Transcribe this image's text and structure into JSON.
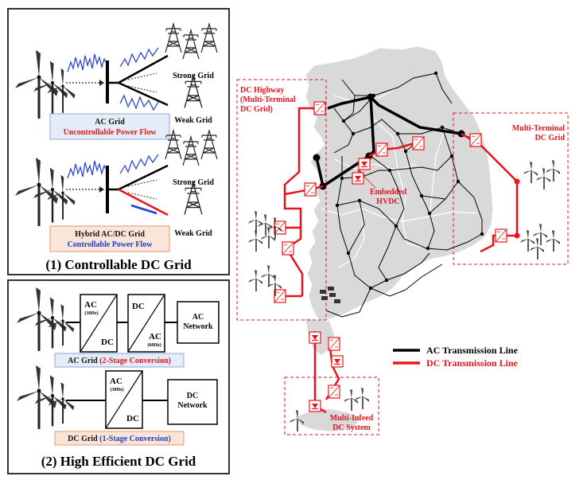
{
  "panel1": {
    "title": "(1) Controllable DC Grid",
    "strong_grid_1": "Strong Grid",
    "weak_grid_1": "Weak Grid",
    "ac_label_line1": "AC Grid",
    "ac_label_line2": "Uncontrollable Power Flow",
    "strong_grid_2": "Strong Grid",
    "weak_grid_2": "Weak Grid",
    "hybrid_label_line1": "Hybrid AC/DC Grid",
    "hybrid_label_line2": "Controllable Power Flow"
  },
  "panel2": {
    "title": "(2) High Efficient DC Grid",
    "conv1_top": "AC",
    "conv1_top_sub": "(30Hz)",
    "conv1_bottom": "DC",
    "conv2_top": "DC",
    "conv2_bottom": "AC",
    "conv2_bottom_sub": "(60Hz)",
    "ac_network_line1": "AC",
    "ac_network_line2": "Network",
    "ac_grid_label_a": "AC Grid",
    "ac_grid_label_b": "(2-Stage Conversion)",
    "conv3_top": "AC",
    "conv3_top_sub": "(30Hz)",
    "conv3_bottom": "DC",
    "dc_network_line1": "DC",
    "dc_network_line2": "Network",
    "dc_grid_label_a": "DC Grid",
    "dc_grid_label_b": "(1-Stage Conversion)"
  },
  "map": {
    "dc_highway_l1": "DC Highway",
    "dc_highway_l2": "(Multi-Terminal",
    "dc_highway_l3": "DC Grid)",
    "multi_terminal_l1": "Multi-Terminal",
    "multi_terminal_l2": "DC Grid",
    "embedded_l1": "Embedded",
    "embedded_l2": "HVDC",
    "multi_infeed_l1": "Multi-Infeed",
    "multi_infeed_l2": "DC System",
    "legend_ac": "AC Transmission Line",
    "legend_dc": "DC Transmission Line"
  },
  "colors": {
    "dc_red": "#e8141b",
    "ac_black": "#000000",
    "wave_blue": "#1f3bd8",
    "map_gray": "#d9d9d9",
    "label_blue_bg": "#e4ecf7",
    "label_peach_bg": "#fbe5d6"
  }
}
